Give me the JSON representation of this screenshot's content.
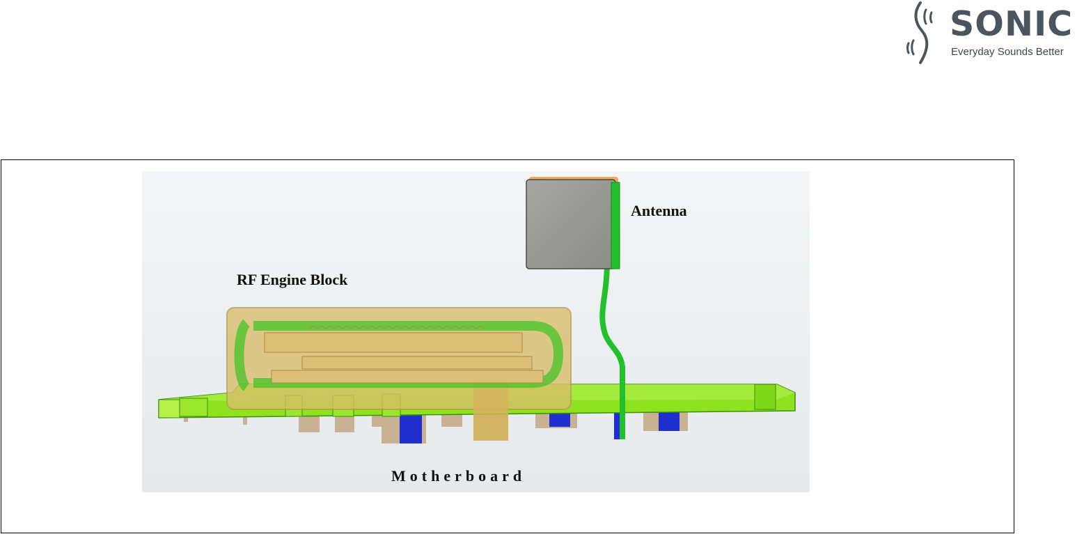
{
  "brand": {
    "name": "SONIC",
    "tagline": "Everyday Sounds Better",
    "logo_icon": "sound-wave-ear-icon",
    "color": "#4a5560"
  },
  "diagram": {
    "labels": {
      "antenna": "Antenna",
      "rf_engine_block": "RF Engine Block",
      "motherboard": "Motherboard"
    },
    "colors": {
      "board_green": "#7edc1a",
      "flex_green": "#22c12c",
      "block_tan": "#d9bd6a",
      "antenna_gray": "#9a9a94",
      "component_tan": "#c8b293",
      "component_blue": "#1f2fd0",
      "background": "#eef1f3"
    }
  }
}
